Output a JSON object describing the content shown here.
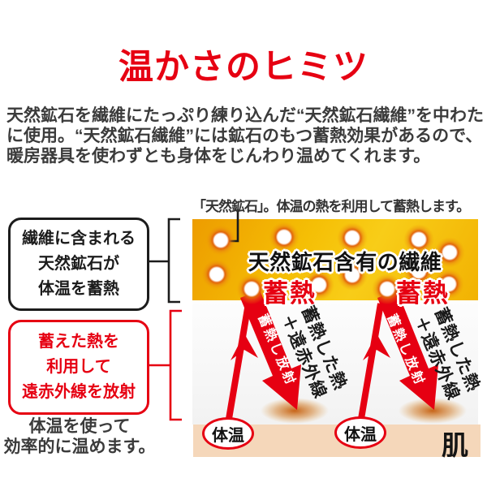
{
  "page": {
    "title": "温かさのヒミツ"
  },
  "intro": {
    "line1": "天然鉱石を繊維にたっぷり練り込んだ“天然鉱石繊維”を中わた",
    "line2": "に使用。“天然鉱石繊維”には鉱石のもつ蓄熱効果があるので、",
    "line3": "暖房器具を使わずとも身体をじんわり温めてくれます。"
  },
  "diagram": {
    "caption": "「天然鉱石」。体温の熱を利用して蓄熱します。",
    "box_storage": {
      "line1": "繊維に含まれる",
      "line2": "天然鉱石が",
      "line3": "体温を蓄熱"
    },
    "box_radiate": {
      "line1": "蓄えた熱を",
      "line2": "利用して",
      "line3": "遠赤外線を放射"
    },
    "note": {
      "line1": "体温を使って",
      "line2": "効率的に温めます。"
    },
    "fiber_label": "天然鉱石含有の繊維",
    "storage_badge": "蓄熱",
    "radiate_arrow_label": "蓄熱し放射",
    "result_label": {
      "line1": "蓄熱した熱",
      "line2": "＋遠赤外線"
    },
    "body_temp": "体温",
    "skin_label": "肌"
  },
  "colors": {
    "accent_red": "#e60012",
    "band_gold_from": "#ed9c00",
    "band_gold_to": "#f8cd18",
    "skin": "#f5d7ba",
    "text_dark": "#3b3b3b"
  }
}
